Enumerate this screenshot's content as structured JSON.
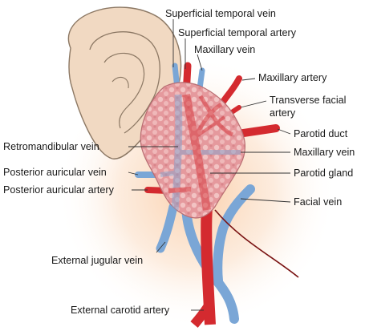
{
  "labels": {
    "superficial_temporal_vein": "Superficial temporal vein",
    "superficial_temporal_artery": "Superficial temporal artery",
    "maxillary_vein_top": "Maxillary vein",
    "maxillary_artery": "Maxillary artery",
    "transverse_facial_artery_1": "Transverse facial",
    "transverse_facial_artery_2": "artery",
    "parotid_duct": "Parotid duct",
    "maxillary_vein_right": "Maxillary vein",
    "parotid_gland": "Parotid gland",
    "facial_vein": "Facial vein",
    "retromandibular_vein": "Retromandibular vein",
    "posterior_auricular_vein": "Posterior auricular vein",
    "posterior_auricular_artery": "Posterior auricular artery",
    "external_jugular_vein": "External jugular vein",
    "external_carotid_artery": "External carotid artery"
  },
  "colors": {
    "artery": "#d42a2f",
    "vein": "#7aa6d6",
    "gland": "#e7a0a3",
    "ear": "#f1d9c2",
    "glow": "#fbd7b5",
    "nerve": "#7a1313"
  }
}
